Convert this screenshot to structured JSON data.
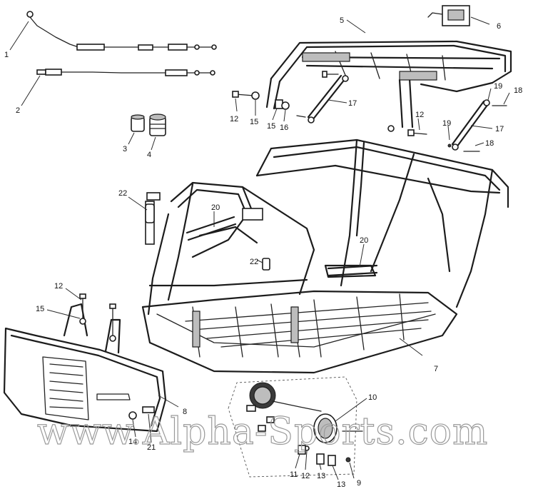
{
  "watermark": "www.Alpha-Sports.com",
  "callouts": {
    "c1": "1",
    "c2": "2",
    "c3": "3",
    "c4": "4",
    "c5": "5",
    "c6": "6",
    "c7": "7",
    "c8": "8",
    "c9": "9",
    "c10": "10",
    "c11": "11",
    "c12a": "12",
    "c12b": "12",
    "c12c": "12",
    "c12d": "12",
    "c13a": "13",
    "c13b": "13",
    "c14": "14",
    "c15a": "15",
    "c15b": "15",
    "c15c": "15",
    "c16": "16",
    "c17a": "17",
    "c17b": "17",
    "c18a": "18",
    "c18b": "18",
    "c19a": "19",
    "c19b": "19",
    "c20a": "20",
    "c20b": "20",
    "c21": "21",
    "c22a": "22",
    "c22b": "22"
  }
}
